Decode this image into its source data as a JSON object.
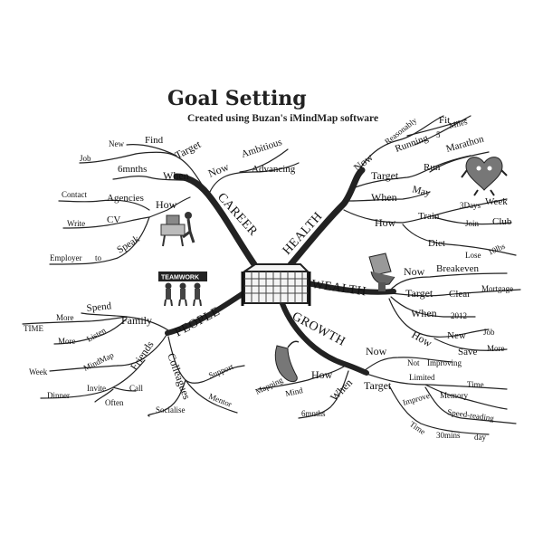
{
  "title": "Goal Setting",
  "subtitle": "Created using Buzan's iMindMap software",
  "branches": {
    "career": "CAREER",
    "health": "HEALTH",
    "wealth": "WEALTH",
    "growth": "GROWTH",
    "people": "PEOPLE"
  },
  "career": {
    "target": "Target",
    "find": "Find",
    "new": "New",
    "job": "Job",
    "now": "Now",
    "ambitious": "Ambitious",
    "advancing": "Advancing",
    "when": "When",
    "months": "6mnths",
    "how": "How",
    "agencies": "Agencies",
    "contact": "Contact",
    "cv": "CV",
    "write": "Write",
    "speak": "Speak",
    "employer": "Employer",
    "to": "to"
  },
  "health": {
    "now": "Now",
    "reasonably": "Reasonably",
    "fit": "Fit",
    "running": "Running",
    "five": "5",
    "miles": "Miles",
    "target": "Target",
    "run": "Run",
    "marathon": "Marathon",
    "when": "When",
    "may": "May",
    "how": "How",
    "train": "Train",
    "three_days": "3Days",
    "week": "Week",
    "join": "Join",
    "club": "Club",
    "diet": "Diet",
    "lose": "Lose",
    "lbs": "10lbs"
  },
  "wealth": {
    "now": "Now",
    "breakeven": "Breakeven",
    "target": "Target",
    "clear": "Clear",
    "mortgage": "Mortgage",
    "when": "When",
    "year": "2012",
    "how": "How",
    "new": "New",
    "job": "Job",
    "save": "Save",
    "more": "More"
  },
  "growth": {
    "now": "Now",
    "not": "Not",
    "improving": "Improving",
    "target": "Target",
    "limited": "Limited",
    "time": "Time",
    "improve": "Improve",
    "memory": "Memory",
    "speed_reading": "Speed-reading",
    "time2": "Time",
    "thirty": "30mins",
    "day": "day",
    "how": "How",
    "mind": "Mind",
    "mapping": "Mapping",
    "when": "When",
    "months": "6mnths"
  },
  "people": {
    "family": "Family",
    "spend": "Spend",
    "more": "More",
    "time_caps": "TIME",
    "listen": "Listen",
    "more2": "More",
    "friends": "Friends",
    "mindmap": "MindMap",
    "week": "Week",
    "invite": "Invite",
    "dinner": "Dinner",
    "call": "Call",
    "often": "Often",
    "colleagues": "Colleagues",
    "support": "Support",
    "mentor": "Mentor",
    "socialise": "Socialise"
  },
  "decor": {
    "teamwork": "TEAMWORK"
  }
}
